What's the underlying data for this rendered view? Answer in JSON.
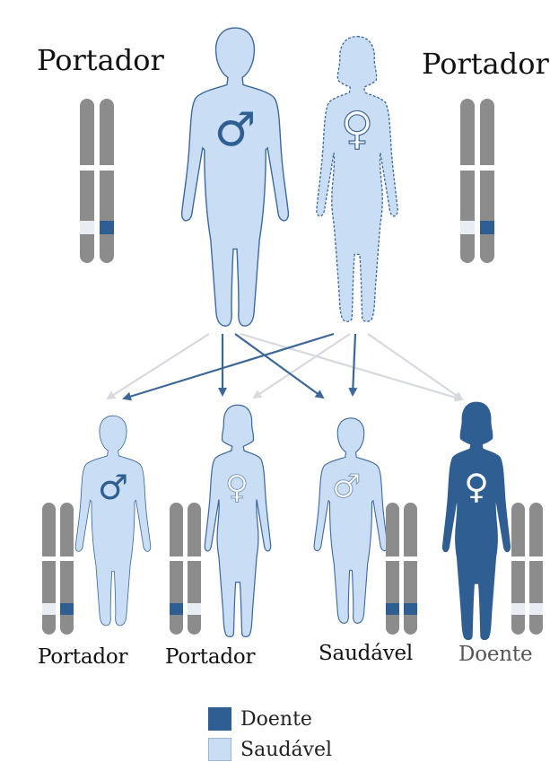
{
  "colors": {
    "doente": "#2f5e92",
    "saudavel": "#c9ddf4",
    "outline": "#3f6a9e",
    "chromosome": "#8c8c8c",
    "arrow_dark": "#3d6797",
    "arrow_light": "#d6d9de"
  },
  "parents": {
    "left_label": "Portador",
    "right_label": "Portador",
    "father_symbol": "♂",
    "mother_symbol": "♀"
  },
  "children": [
    {
      "label": "Portador",
      "sex_symbol": "♂",
      "status": "portador",
      "alleles": [
        "saudavel",
        "doente"
      ]
    },
    {
      "label": "Portador",
      "sex_symbol": "♀",
      "status": "portador",
      "alleles": [
        "doente",
        "saudavel"
      ]
    },
    {
      "label": "Saudável",
      "sex_symbol": "♂",
      "status": "saudavel",
      "alleles": [
        "doente",
        "doente"
      ]
    },
    {
      "label": "Doente",
      "sex_symbol": "♀",
      "status": "doente",
      "alleles": [
        "saudavel",
        "saudavel"
      ]
    }
  ],
  "legend": [
    {
      "label": "Doente",
      "color_key": "doente"
    },
    {
      "label": "Saudável",
      "color_key": "saudavel"
    }
  ]
}
